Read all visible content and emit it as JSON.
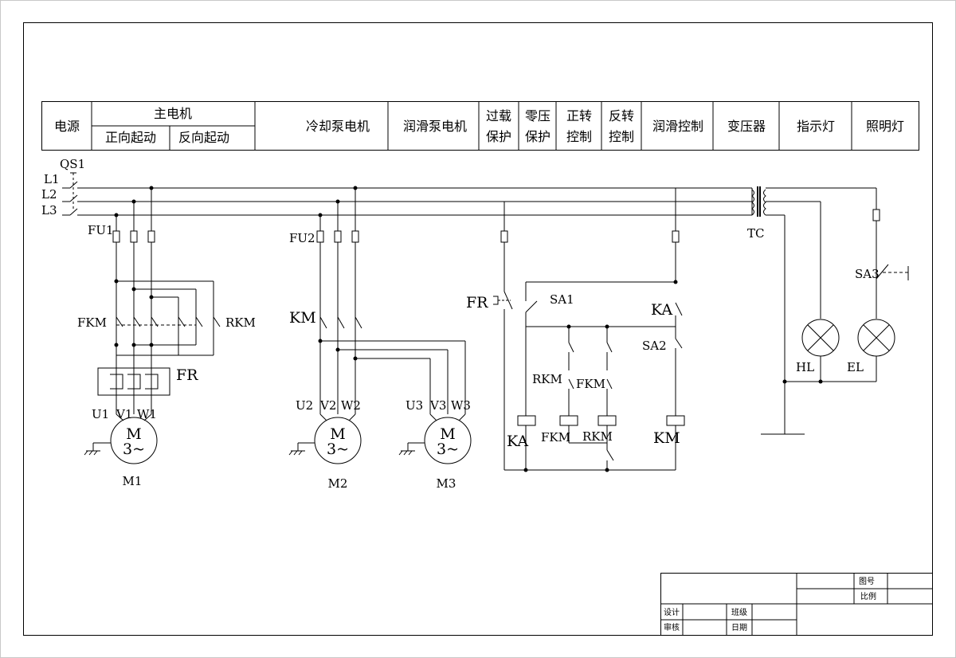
{
  "header": {
    "power": "电源",
    "main_motor": "主电机",
    "forward_start": "正向起动",
    "reverse_start": "反向起动",
    "coolant_pump": "冷却泵电机",
    "lube_pump": "润滑泵电机",
    "overload_1": "过载",
    "overload_2": "保护",
    "undervolt_1": "零压",
    "undervolt_2": "保护",
    "forward_1": "正转",
    "forward_2": "控制",
    "reverse_1": "反转",
    "reverse_2": "控制",
    "lube_control": "润滑控制",
    "transformer": "变压器",
    "indicator": "指示灯",
    "lighting": "照明灯"
  },
  "labels": {
    "qs1": "QS1",
    "l1": "L1",
    "l2": "L2",
    "l3": "L3",
    "fu1": "FU1",
    "fu2": "FU2",
    "fkm": "FKM",
    "rkm": "RKM",
    "km": "KM",
    "fr": "FR",
    "u1": "U1",
    "v1": "V1",
    "w1": "W1",
    "u2": "U2",
    "v2": "V2",
    "w2": "W2",
    "u3": "U3",
    "v3": "V3",
    "w3": "W3",
    "motor_m": "M",
    "motor_3": "3~",
    "m1": "M1",
    "m2": "M2",
    "m3": "M3",
    "fr_ctrl": "FR",
    "sa1": "SA1",
    "ka": "KA",
    "sa2": "SA2",
    "rkm_ctrl": "RKM",
    "fkm_ctrl": "FKM",
    "ka_coil": "KA",
    "fkm_coil": "FKM",
    "rkm_coil": "RKM",
    "km_coil": "KM",
    "tc": "TC",
    "sa3": "SA3",
    "hl": "HL",
    "el": "EL"
  },
  "title_block": {
    "drawing_no": "图号",
    "scale": "比例",
    "design": "设计",
    "class": "班级",
    "review": "审核",
    "date": "日期"
  }
}
